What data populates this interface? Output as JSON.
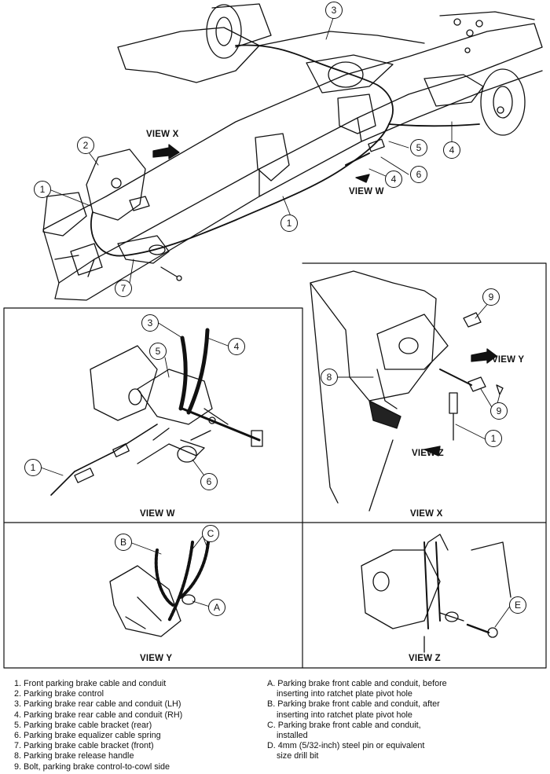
{
  "callouts": {
    "main": [
      "3",
      "2",
      "1",
      "5",
      "6",
      "4",
      "4",
      "1",
      "7"
    ],
    "view_w": [
      "3",
      "5",
      "4",
      "1",
      "6"
    ],
    "view_x": [
      "9",
      "8",
      "9",
      "1"
    ],
    "view_y": [
      "B",
      "C",
      "A"
    ],
    "view_z": [
      "E"
    ]
  },
  "view_labels": {
    "main_x": "VIEW X",
    "main_w": "VIEW W",
    "panel_w": "VIEW W",
    "panel_x": "VIEW X",
    "panel_y": "VIEW Y",
    "panel_z": "VIEW Z",
    "inset_y": "VIEW Y",
    "inset_z": "VIEW Z"
  },
  "legend_left": [
    "1. Front parking brake cable and conduit",
    "2. Parking brake control",
    "3. Parking brake rear cable and conduit (LH)",
    "4. Parking brake rear cable and conduit (RH)",
    "5. Parking brake cable bracket (rear)",
    "6. Parking brake equalizer cable spring",
    "7. Parking brake cable bracket (front)",
    "8. Parking brake release handle",
    "9. Bolt, parking brake control-to-cowl side"
  ],
  "legend_right": [
    "A. Parking brake front cable and conduit, before",
    "inserting into ratchet plate pivot hole",
    "B. Parking brake front cable and conduit, after",
    "inserting into ratchet plate pivot hole",
    "C. Parking brake front cable and conduit,",
    "installed",
    "D. 4mm (5/32-inch) steel pin or equivalent",
    "size drill bit"
  ]
}
